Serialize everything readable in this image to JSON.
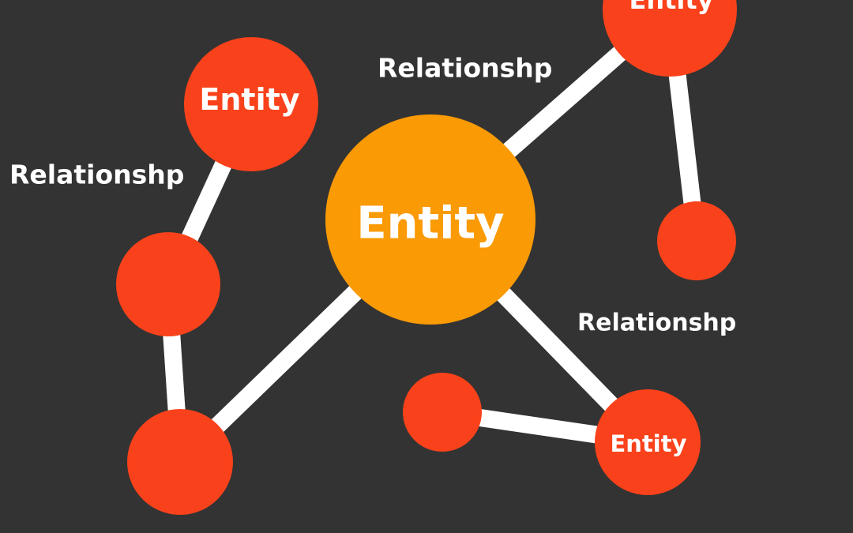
{
  "colors": {
    "background": "#333333",
    "edge": "#ffffff",
    "entity_node": "#f9421b",
    "central_node": "#fa9a05",
    "text": "#ffffff"
  },
  "nodes": {
    "central": {
      "label": "Entity"
    },
    "top_left": {
      "label": "Entity"
    },
    "top_right": {
      "label": "Entity"
    },
    "bottom_right": {
      "label": "Entity"
    }
  },
  "relationships": {
    "left": "Relationshp",
    "top": "Relationshp",
    "right": "Relationshp"
  }
}
